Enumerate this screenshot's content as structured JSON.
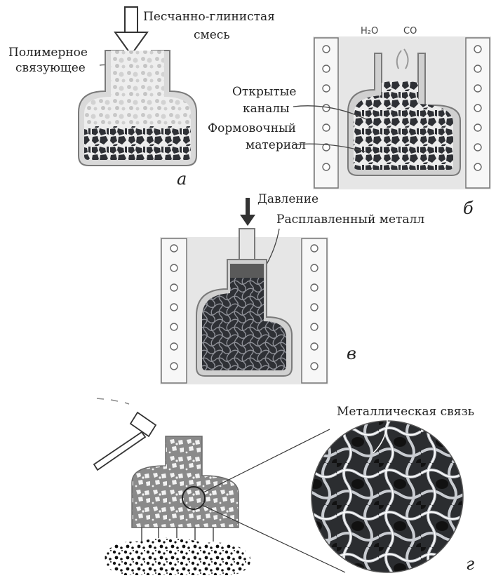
{
  "labels": {
    "sand_clay_mix_line1": "Песчанно-глинистая",
    "sand_clay_mix_line2": "смесь",
    "polymer_binder_line1": "Полимерное",
    "polymer_binder_line2": "связующее",
    "open_channels_line1": "Открытые",
    "open_channels_line2": "каналы",
    "molding_material_line1": "Формовочный",
    "molding_material_line2": "материал",
    "h2o": "H₂O",
    "co": "CO",
    "pressure": "Давление",
    "molten_metal": "Расплавленный металл",
    "metallic_bond": "Металлическая связь"
  },
  "panels": {
    "a": "а",
    "b": "б",
    "v": "в",
    "g": "г"
  },
  "colors": {
    "outline": "#7a7a7a",
    "dark_fill": "#2e3035",
    "light_fill": "#d9d9d9",
    "furnace_bg": "#e6e6e6",
    "metal_top": "#5a5a5a",
    "casting": "#8a8a8a"
  }
}
